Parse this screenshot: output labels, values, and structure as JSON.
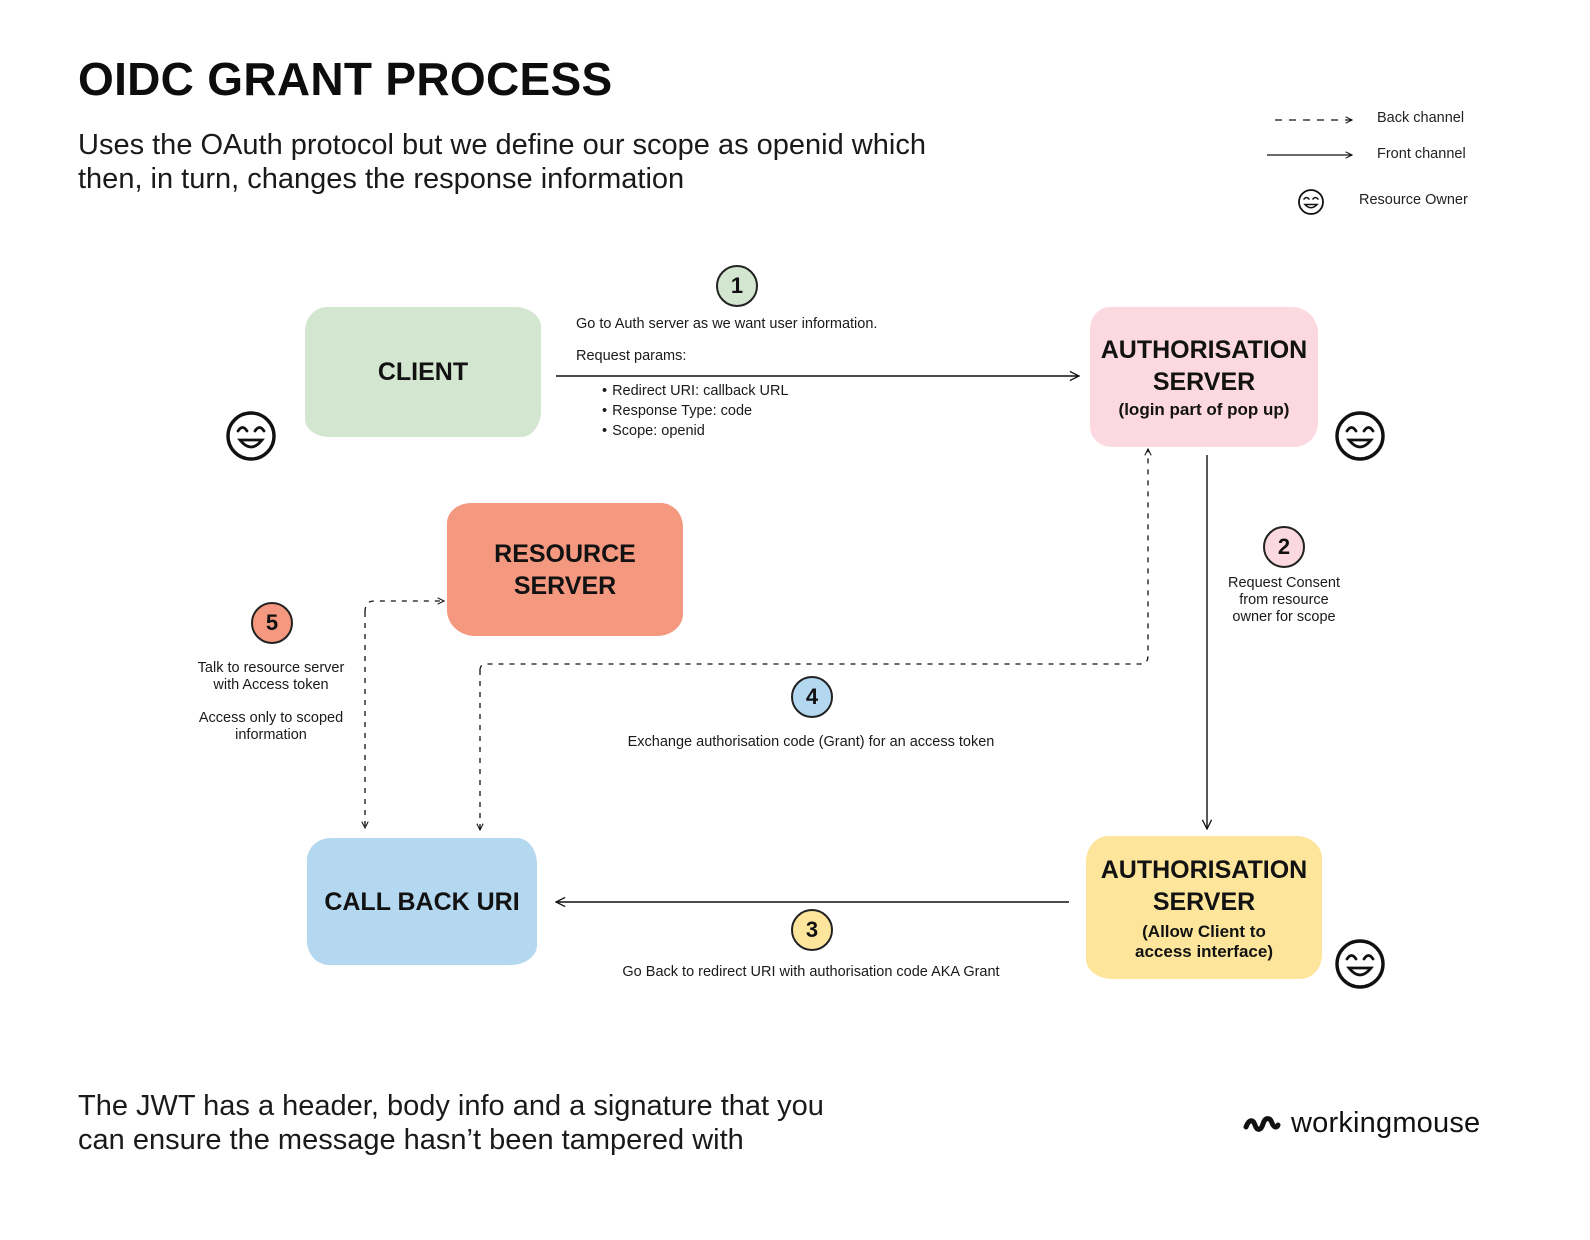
{
  "header": {
    "title": "OIDC GRANT PROCESS",
    "subtitle_lines": [
      "Uses the OAuth protocol but we define our scope as openid which",
      "then, in turn, changes the response information"
    ]
  },
  "legend": {
    "back_channel": "Back channel",
    "front_channel": "Front channel",
    "resource_owner": "Resource Owner",
    "resource_owner_icon": "smiley-face-icon"
  },
  "nodes": {
    "client": {
      "name": "CLIENT",
      "color": "#d3e6cf"
    },
    "auth_server_login": {
      "name_lines": [
        "AUTHORISATION",
        "SERVER"
      ],
      "sub": "(login part of pop up)",
      "color": "#fcd9e1"
    },
    "resource_server": {
      "name_lines": [
        "RESOURCE",
        "SERVER"
      ],
      "color": "#f49880"
    },
    "callback_uri": {
      "name": "CALL BACK URI",
      "color": "#b3d8ef"
    },
    "auth_server_allow": {
      "name_lines": [
        "AUTHORISATION",
        "SERVER"
      ],
      "sub_lines": [
        "(Allow Client to",
        "access interface)"
      ],
      "color": "#fde69b"
    }
  },
  "steps": {
    "s1": {
      "number": "1",
      "description": "Go to Auth server as we want user information.",
      "params_label": "Request params:",
      "params": [
        "Redirect URI: callback URL",
        "Response Type: code",
        "Scope: openid"
      ]
    },
    "s2": {
      "number": "2",
      "lines": [
        "Request Consent",
        "from resource",
        "owner for scope"
      ]
    },
    "s3": {
      "number": "3",
      "description": "Go Back to redirect URI with authorisation code AKA Grant"
    },
    "s4": {
      "number": "4",
      "description": "Exchange authorisation code (Grant) for an access token"
    },
    "s5": {
      "number": "5",
      "lines_a": [
        "Talk to resource server",
        "with Access token"
      ],
      "lines_b": [
        "Access only to scoped",
        "information"
      ]
    }
  },
  "footer": {
    "lines": [
      "The JWT has a header, body info and a signature that you",
      "can ensure the message hasn’t been tampered with"
    ]
  },
  "brand": {
    "name": "workingmouse"
  }
}
